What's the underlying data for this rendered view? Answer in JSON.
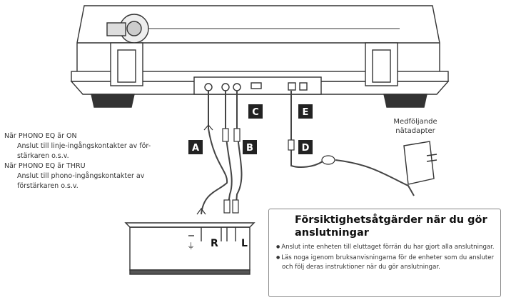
{
  "notes": {
    "line1": "När PHONO EQ är ON",
    "line2": "Anslut till linje-ingångskontakter av för-",
    "line3": "stärkaren o.s.v.",
    "line4": "När PHONO EQ är THRU",
    "line5": "Anslut till phono-ingångskontakter av",
    "line6": "förstärkaren o.s.v."
  },
  "adapter_label": {
    "line1": "Medföljande",
    "line2": "nätadapter"
  },
  "labels": {
    "A": "A",
    "B": "B",
    "C": "C",
    "D": "D",
    "E": "E"
  },
  "amp": {
    "R": "R",
    "L": "L"
  },
  "caution": {
    "title_line1": "Försiktighetsåtgärder när du gör",
    "title_line2": "anslutningar",
    "item1": "Anslut inte enheten till eluttaget förrän du har gjort alla anslutningar.",
    "item2": "Läs noga igenom bruksanvisningarna för de enheter som du ansluter och följ deras instruktioner när du gör anslutningar."
  }
}
